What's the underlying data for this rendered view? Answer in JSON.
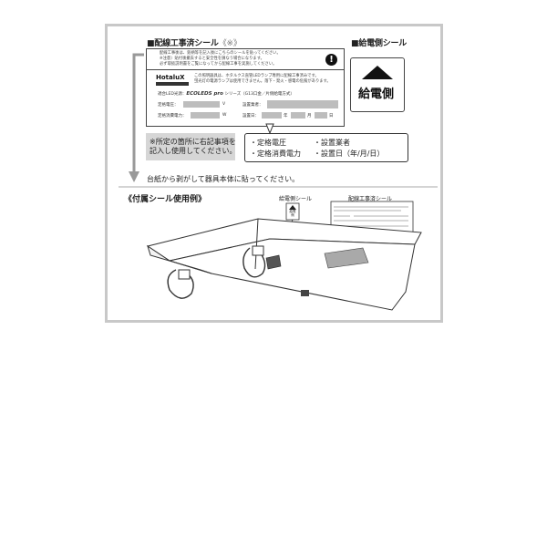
{
  "headers": {
    "wiring_seal": "■配線工事済シール",
    "wiring_seal_note": "《※》",
    "power_seal": "■給電側シール"
  },
  "sticker": {
    "intro_lines": [
      "配線工事後は、銘柄等を記入後にこちらのシールを貼ってください。",
      "※注意）貼付後撤去すると安全性を損なう場合になります。",
      "必ず取扱説明書をご覧になってから配線工事を実施してください。"
    ],
    "brand": "HotaluX",
    "desc_lines": [
      "この照明器具は、ホタルクス直管LEDランプ専用に配線工事済みです。",
      "蛍光灯の電源ランプは使用できません。落下・発火・感電の危険があります。"
    ],
    "compat_label": "適合LED光源：",
    "product": "ECOLEDS pro",
    "product_suffix": "シリーズ（G13口金／片側給電方式）",
    "rated_voltage_label": "定格電圧：",
    "rated_voltage_unit": "V",
    "rated_power_label": "定格消費電力：",
    "rated_power_unit": "W",
    "installer_label": "設置業者：",
    "date_label": "設置日：",
    "year": "年",
    "month": "月",
    "day": "日"
  },
  "power_sticker": {
    "label": "給電側"
  },
  "note_instruction": "※所定の箇所に右記事項を\n記入し使用してください。",
  "items": [
    "・定格電圧",
    "・定格消費電力",
    "・設置業者",
    "・設置日（年/月/日）"
  ],
  "peel_instruction": "台紙から剥がして器具本体に貼ってください。",
  "example_title": "《付属シール使用例》",
  "example_labels": {
    "power_seal": "給電側シール",
    "wiring_seal": "配線工事済シール",
    "mini_power": "給電側"
  },
  "colors": {
    "frame": "#c8c8c8",
    "field": "#bdbdbd",
    "text": "#222222"
  }
}
